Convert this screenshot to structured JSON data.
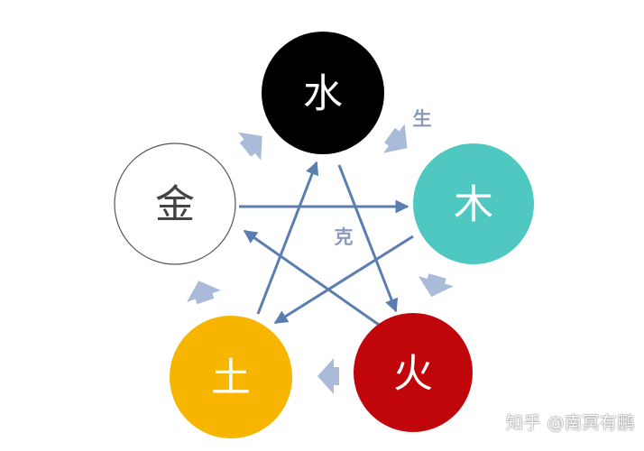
{
  "diagram": {
    "nodes": [
      {
        "id": "water",
        "label": "水",
        "fill": "#000000",
        "text_color": "#ffffff",
        "stroke": "none"
      },
      {
        "id": "wood",
        "label": "木",
        "fill": "#4ec8c0",
        "text_color": "#ffffff",
        "stroke": "none"
      },
      {
        "id": "fire",
        "label": "火",
        "fill": "#c0060a",
        "text_color": "#ffffff",
        "stroke": "none"
      },
      {
        "id": "earth",
        "label": "土",
        "fill": "#f7b500",
        "text_color": "#ffffff",
        "stroke": "none"
      },
      {
        "id": "metal",
        "label": "金",
        "fill": "#ffffff",
        "text_color": "#444444",
        "stroke": "#555555"
      }
    ],
    "generate_label": "生",
    "overcome_label": "克",
    "generate_color": "#a9bbd8",
    "overcome_color": "#5b7db0"
  },
  "watermark": "知乎 @南冥有鹏"
}
